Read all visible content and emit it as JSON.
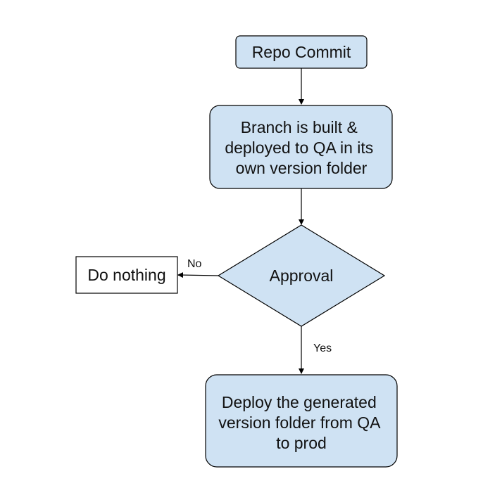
{
  "diagram": {
    "colors": {
      "node_fill": "#cfe2f3",
      "node_stroke": "#000000",
      "edge_stroke": "#000000",
      "plain_fill": "#ffffff"
    },
    "nodes": {
      "repo_commit": {
        "lines": [
          "Repo Commit"
        ]
      },
      "branch_built": {
        "lines": [
          "Branch is built &",
          "deployed to QA in its",
          "own version folder"
        ]
      },
      "approval": {
        "lines": [
          "Approval"
        ]
      },
      "do_nothing": {
        "lines": [
          "Do nothing"
        ]
      },
      "deploy_prod": {
        "lines": [
          "Deploy the generated",
          "version folder from QA",
          "to prod"
        ]
      }
    },
    "edges": {
      "no_label": "No",
      "yes_label": "Yes"
    }
  }
}
